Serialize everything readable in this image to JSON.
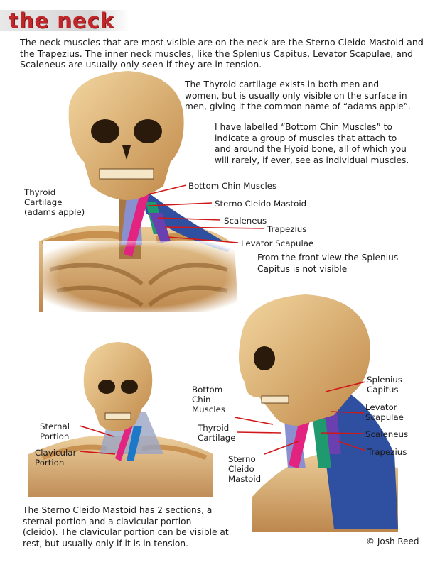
{
  "title": "the neck",
  "intro": "The neck muscles that are most visible are on the neck are the Sterno Cleido Mastoid and the Trapezius.  The inner neck muscles, like the Splenius Capitus, Levator Scapulae, and Scaleneus are usually only seen if they are in tension.",
  "thyroid_note": "The Thyroid cartilage exists in both men and women, but is usually only visible on the surface in men, giving it the common name of “adams apple”.",
  "chin_note": "I have labelled “Bottom Chin Muscles” to indicate a group of muscles that attach to and around the Hyoid bone, all of which you will rarely, if ever, see as individual muscles.",
  "front_view_note": "From the front view the Splenius Capitus is not visible",
  "figure1_labels": {
    "thyroid": "Thyroid\nCartilage\n(adams apple)",
    "bottom_chin": "Bottom Chin Muscles",
    "sterno": "Sterno Cleido Mastoid",
    "scaleneus": "Scaleneus",
    "trapezius": "Trapezius",
    "levator": "Levator Scapulae"
  },
  "figure2_labels": {
    "sternal": "Sternal\nPortion",
    "clavicular": "Clavicular\nPortion"
  },
  "figure3_labels": {
    "bottom_chin": "Bottom\nChin\nMuscles",
    "thyroid": "Thyroid\nCartilage",
    "sterno": "Sterno\nCleido\nMastoid",
    "splenius": "Splenius\nCapitus",
    "levator": "Levator\nScapulae",
    "scaleneus": "Scaleneus",
    "trapezius": "Trapezius"
  },
  "scm_note": "The Sterno Cleido Mastoid has 2 sections, a sternal portion and a clavicular portion (cleido). The clavicular portion can be  visible at rest, but usually only if it is in tension.",
  "credit": "© Josh Reed",
  "colors": {
    "title_red": "#c0262a",
    "scm_pink": "#e2237f",
    "trapezius_blue": "#2f4fa0",
    "scaleneus_green": "#1f9a6e",
    "levator_purple": "#6a3fb0",
    "thyroid_lavender": "#8a8fd0",
    "bone": "#d9a55e",
    "pointer_red": "#d01818"
  }
}
